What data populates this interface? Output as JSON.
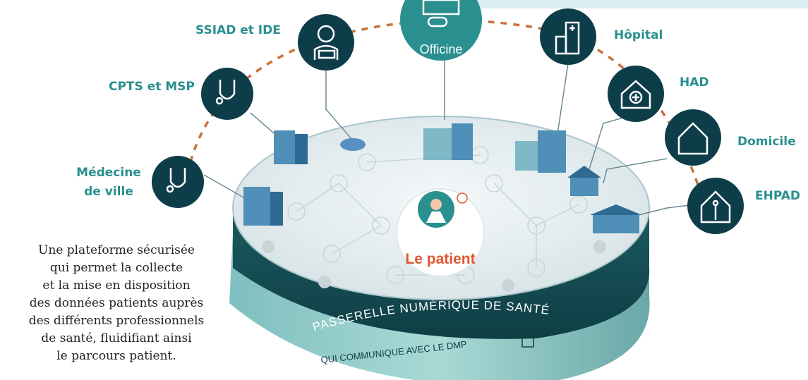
{
  "nodes": {
    "officine": {
      "label": "Officine",
      "icon": "pharmacy-icon"
    },
    "ssiad": {
      "label": "SSIAD et IDE",
      "icon": "nurse-icon"
    },
    "cpts": {
      "label": "CPTS et MSP",
      "icon": "stethoscope-icon"
    },
    "medecine_line1": {
      "label": "Médecine",
      "icon": "stethoscope-icon"
    },
    "medecine_line2": {
      "label": "de ville"
    },
    "hopital": {
      "label": "Hôpital",
      "icon": "hospital-icon"
    },
    "had": {
      "label": "HAD",
      "icon": "home-health-icon"
    },
    "domicile": {
      "label": "Domicile",
      "icon": "house-icon"
    },
    "ehpad": {
      "label": "EHPAD",
      "icon": "elderly-home-icon"
    }
  },
  "center": {
    "label": "Le patient",
    "icon": "patient-icon"
  },
  "platform": {
    "band_text": "PASSERELLE NUMÉRIQUE DE SANTÉ",
    "bottom_text": "QUI COMMUNIQUE AVEC LE DMP",
    "bottom_icon": "dmp-logo-icon"
  },
  "description": [
    "Une plateforme sécurisée",
    "qui permet la collecte",
    "et la mise en disposition",
    "des données patients auprès",
    "des différents professionnels",
    "de santé, fluidifiant ainsi",
    "le parcours patient."
  ],
  "colors": {
    "teal_dark": "#0e3d4a",
    "teal": "#2a8f8f",
    "accent_dashes": "#c8733a",
    "officine_bg": "#2a8f8f"
  }
}
